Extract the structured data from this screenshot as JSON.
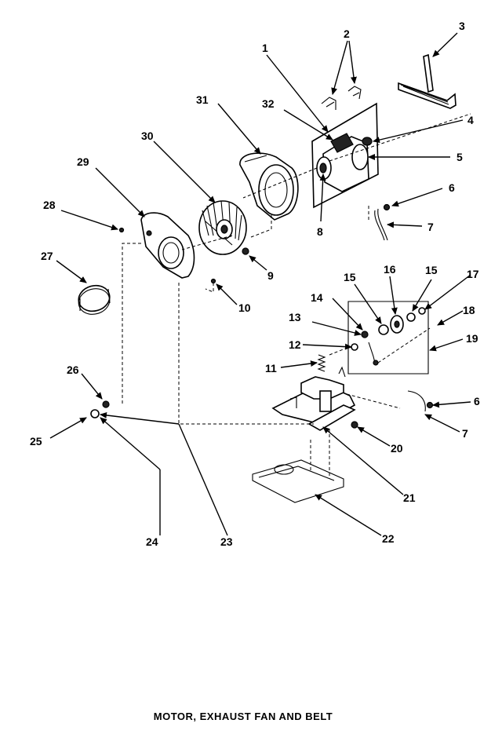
{
  "caption": "MOTOR, EXHAUST FAN AND BELT",
  "callouts": {
    "c1": "1",
    "c2": "2",
    "c3": "3",
    "c4": "4",
    "c5": "5",
    "c6a": "6",
    "c6b": "6",
    "c7a": "7",
    "c7b": "7",
    "c8": "8",
    "c9": "9",
    "c10": "10",
    "c11": "11",
    "c12": "12",
    "c13": "13",
    "c14": "14",
    "c15a": "15",
    "c15b": "15",
    "c16": "16",
    "c17": "17",
    "c18": "18",
    "c19": "19",
    "c20": "20",
    "c21": "21",
    "c22": "22",
    "c23": "23",
    "c24": "24",
    "c25": "25",
    "c26": "26",
    "c27": "27",
    "c28": "28",
    "c29": "29",
    "c30": "30",
    "c31": "31",
    "c32": "32"
  }
}
